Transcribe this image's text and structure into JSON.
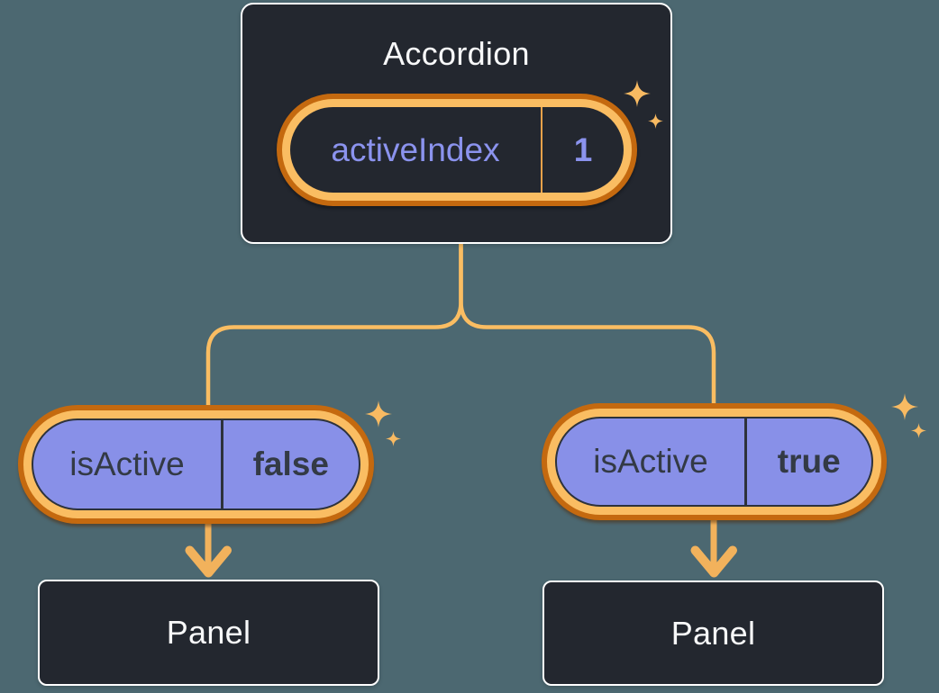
{
  "diagram": {
    "root": {
      "title": "Accordion",
      "state": {
        "label": "activeIndex",
        "value": "1"
      }
    },
    "children": [
      {
        "prop": {
          "label": "isActive",
          "value": "false"
        },
        "panel": {
          "label": "Panel"
        }
      },
      {
        "prop": {
          "label": "isActive",
          "value": "true"
        },
        "panel": {
          "label": "Panel"
        }
      }
    ],
    "colors": {
      "background": "#4C6871",
      "box_fill": "#23272F",
      "box_border": "#FFFFFF",
      "pill_fill": "#8890E8",
      "pill_text_dark": "#333A45",
      "state_text_purple": "#8B93EE",
      "ring_outer_orange": "#C4690F",
      "ring_inner_orange": "#FABD62",
      "connector_orange": "#FABD62",
      "text_light": "#F7F8F9"
    }
  }
}
